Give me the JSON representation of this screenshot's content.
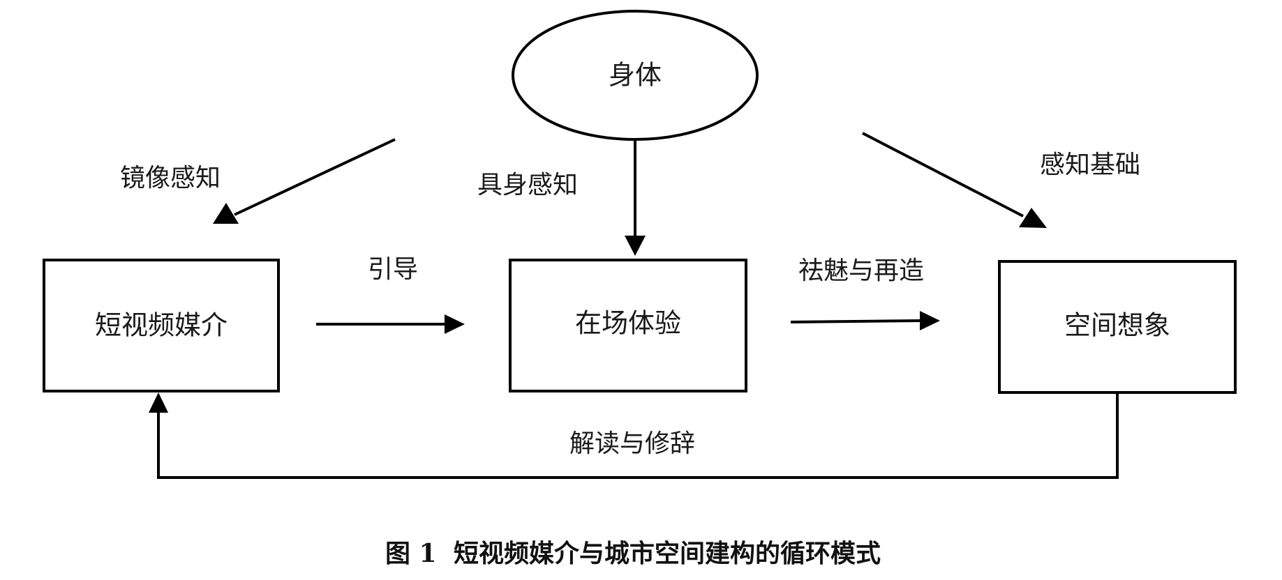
{
  "nodes": {
    "body": "身体",
    "short_video_media": "短视频媒介",
    "presence_experience": "在场体验",
    "space_imagination": "空间想象"
  },
  "edges": {
    "mirror_perception": "镜像感知",
    "embodied_perception": "具身感知",
    "perception_foundation": "感知基础",
    "guidance": "引导",
    "disenchant_recreate": "祛魅与再造",
    "interpret_rhetoric": "解读与修辞"
  },
  "caption": {
    "figure_number": "图 1",
    "title": "短视频媒介与城市空间建构的循环模式"
  }
}
